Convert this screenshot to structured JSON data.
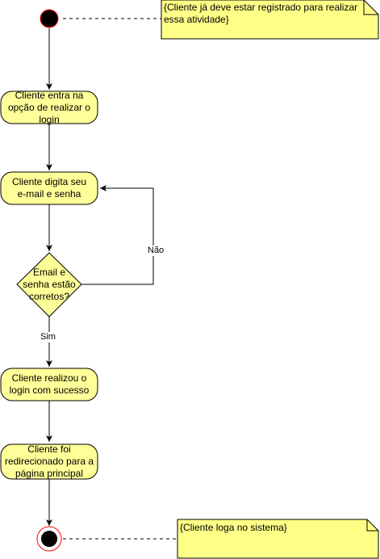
{
  "diagram": {
    "colors": {
      "node_fill": "#ffff99",
      "note_fill": "#ffff88",
      "stroke": "#000000",
      "final_ring": "#ff0000",
      "initial_fill": "#000000"
    },
    "nodes": {
      "activity_1": "Cliente entra na\nopção de realizar o\nlogin",
      "activity_2": "Cliente digita seu\ne-mail e senha",
      "decision": "Email e\nsenha estão\ncorretos?",
      "activity_3": "Cliente realizou o\nlogin com sucesso",
      "activity_4": "Cliente foi\nredirecionado para a\npágina principal"
    },
    "edges": {
      "no_label": "Não",
      "yes_label": "Sim"
    },
    "notes": {
      "top": "{Cliente já deve estar registrado para realizar\nessa atividade}",
      "bottom": "{Cliente loga no sistema}"
    }
  }
}
